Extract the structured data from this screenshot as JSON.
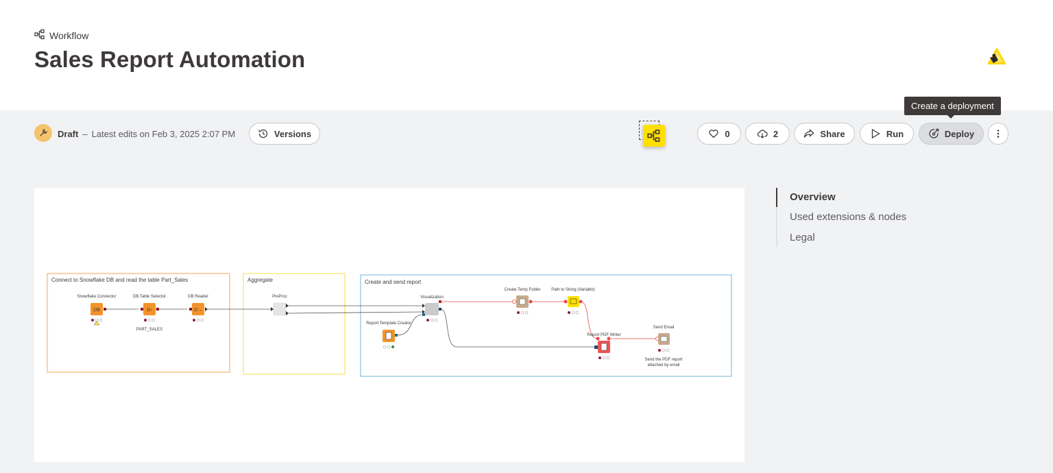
{
  "header": {
    "breadcrumb": "Workflow",
    "title": "Sales Report Automation"
  },
  "toolbar": {
    "status": "Draft",
    "separator": "–",
    "last_edit": "Latest edits on Feb 3, 2025 2:07 PM",
    "versions_label": "Versions",
    "likes_count": "0",
    "downloads_count": "2",
    "share_label": "Share",
    "run_label": "Run",
    "deploy_label": "Deploy",
    "deploy_tooltip": "Create a deployment"
  },
  "colors": {
    "accent_yellow": "#ffe000",
    "draft_badge": "#f4c36c",
    "db_node": "#f4932a",
    "manipulator_node": "#d8d9dc",
    "utility_node": "#c7a98c",
    "sink_node": "#ef5454",
    "annotation_orange": "#f5a553",
    "annotation_yellow": "#f8dc4a",
    "annotation_blue": "#6fb4d8"
  },
  "toc": {
    "items": [
      {
        "label": "Overview"
      },
      {
        "label": "Used extensions & nodes"
      },
      {
        "label": "Legal"
      }
    ]
  },
  "workflow": {
    "annotations": [
      {
        "title": "Connect to Snowflake DB and read the table Part_Sales"
      },
      {
        "title": "Aggregate"
      },
      {
        "title": "Create and send report"
      }
    ],
    "nodes": [
      {
        "label": "Snowflake Connector",
        "sublabel": ""
      },
      {
        "label": "DB Table Selector",
        "sublabel": "PART_SALES"
      },
      {
        "label": "DB Reader",
        "sublabel": ""
      },
      {
        "label": "PreProc",
        "sublabel": ""
      },
      {
        "label": "Visualization",
        "sublabel": ""
      },
      {
        "label": "Report Template Creator",
        "sublabel": ""
      },
      {
        "label": "Create Temp Folder",
        "sublabel": ""
      },
      {
        "label": "Path to String (Variable)",
        "sublabel": ""
      },
      {
        "label": "Report PDF Writer",
        "sublabel": ""
      },
      {
        "label": "Send Email",
        "sublabel": "Send the PDF report",
        "sublabel2": "attached by email"
      }
    ]
  }
}
